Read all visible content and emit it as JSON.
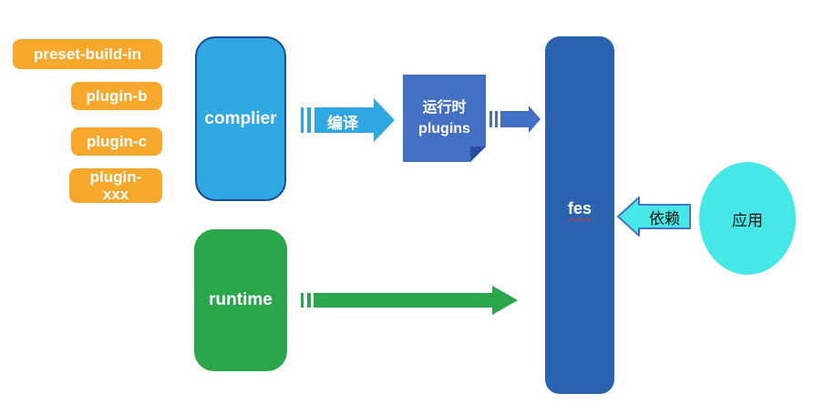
{
  "diagram": {
    "title": "fes build-runtime architecture diagram",
    "background": "#ffffff",
    "plugin_stack": {
      "color": "#F5A82C",
      "items": [
        {
          "label": "preset-build-in"
        },
        {
          "label": "plugin-b"
        },
        {
          "label": "plugin-c"
        },
        {
          "label": "plugin-xxx"
        }
      ]
    },
    "complier_box": {
      "label": "complier",
      "fill": "#2FA7E0",
      "border": "#1B4A99"
    },
    "compile_arrow": {
      "label": "编译",
      "color": "#2FA7E0",
      "direction": "right",
      "style": "striped"
    },
    "runtime_plugins_note": {
      "line1": "运行时",
      "line2": "plugins",
      "fill": "#4470C4",
      "shape": "folded-corner"
    },
    "plugins_to_fes_arrow": {
      "color": "#4470C4",
      "direction": "right",
      "style": "striped"
    },
    "fes_box": {
      "label": "fes",
      "fill": "#2A63B0",
      "label_decoration": "red-wavy-underline"
    },
    "runtime_box": {
      "label": "runtime",
      "fill": "#2CA64D"
    },
    "runtime_arrow": {
      "color": "#2CA64D",
      "direction": "right",
      "style": "striped"
    },
    "dependency_arrow": {
      "label": "依赖",
      "fill": "#45E8E6",
      "stroke": "#4472C4",
      "direction": "left"
    },
    "app_ellipse": {
      "label": "应用",
      "fill": "#45E8E6"
    }
  }
}
